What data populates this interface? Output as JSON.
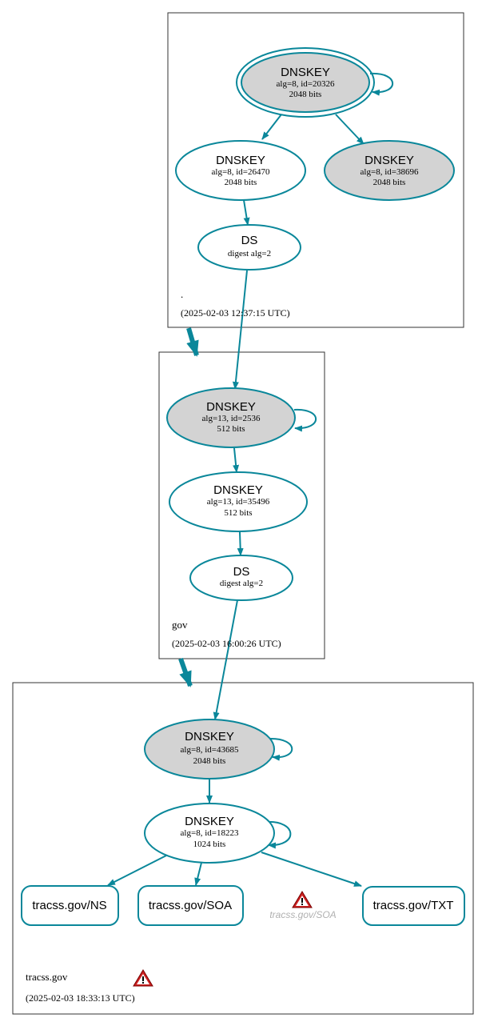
{
  "colors": {
    "edge": "#0a879a",
    "node_fill_ksk": "#d3d3d3",
    "node_fill": "#ffffff",
    "zone_border": "#333333",
    "warning": "#cc2222",
    "insecure_text": "#b0b0b0"
  },
  "zones": {
    "root": {
      "name": ".",
      "timestamp": "(2025-02-03 12:37:15 UTC)",
      "nodes": {
        "ksk": {
          "title": "DNSKEY",
          "line1": "alg=8, id=20326",
          "line2": "2048 bits"
        },
        "zsk": {
          "title": "DNSKEY",
          "line1": "alg=8, id=26470",
          "line2": "2048 bits"
        },
        "standby": {
          "title": "DNSKEY",
          "line1": "alg=8, id=38696",
          "line2": "2048 bits"
        },
        "ds": {
          "title": "DS",
          "line1": "digest alg=2"
        }
      }
    },
    "gov": {
      "name": "gov",
      "timestamp": "(2025-02-03 16:00:26 UTC)",
      "nodes": {
        "ksk": {
          "title": "DNSKEY",
          "line1": "alg=13, id=2536",
          "line2": "512 bits"
        },
        "zsk": {
          "title": "DNSKEY",
          "line1": "alg=13, id=35496",
          "line2": "512 bits"
        },
        "ds": {
          "title": "DS",
          "line1": "digest alg=2"
        }
      }
    },
    "tracss": {
      "name": "tracss.gov",
      "timestamp": "(2025-02-03 18:33:13 UTC)",
      "nodes": {
        "ksk": {
          "title": "DNSKEY",
          "line1": "alg=8, id=43685",
          "line2": "2048 bits"
        },
        "zsk": {
          "title": "DNSKEY",
          "line1": "alg=8, id=18223",
          "line2": "1024 bits"
        }
      },
      "rrsets": {
        "ns": "tracss.gov/NS",
        "soa": "tracss.gov/SOA",
        "soa_insecure": "tracss.gov/SOA",
        "txt": "tracss.gov/TXT"
      }
    }
  }
}
